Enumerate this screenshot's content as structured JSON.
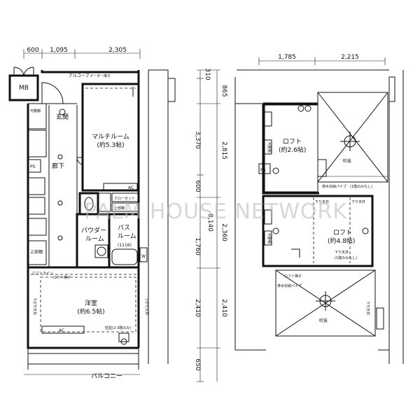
{
  "dimensions": {
    "top_left": [
      "600",
      "1,095",
      "2,305"
    ],
    "top_right": [
      "1,785",
      "2,215"
    ],
    "left_vertical": [
      "310",
      "865",
      "3,370",
      "600",
      "1,760",
      "2,410",
      "650"
    ],
    "total_vertical": "8,140",
    "right_vertical": [
      "2,815",
      "2,360",
      "2,410"
    ]
  },
  "left_plan": {
    "mb": "MB",
    "alcove": "アルコーブ",
    "meter_door": "メーター扉子",
    "entrance": "玄関",
    "shoe_box": "可動棚",
    "ps1": "PS",
    "ps2": "PS",
    "corridor": "廊下",
    "multi_room": "マルチルーム",
    "multi_room_size": "(約5.3帖)",
    "ac1": "AC",
    "ac2": "AC",
    "closet": "クローゼット",
    "shelf_label": "上部棚",
    "powder_room": "パウダー",
    "powder_room2": "ルーム",
    "bath_room": "バス",
    "bath_room2": "ルーム",
    "bath_size": "(1116)",
    "washer": "W",
    "western_room": "洋室",
    "western_size": "(約6.5帖)",
    "loft_ladder": "ロフトライン",
    "loft_ladder2": "ロフト梯子",
    "pillar_note": "柱型(2-3階のみ)",
    "balcony": "バルコニー",
    "lower_ceiling": "下がり天井"
  },
  "right_plan": {
    "loft1": "ロフト",
    "loft1_size": "(約2.6帖)",
    "ps": "PS",
    "void1": "吹抜",
    "loft2": "ロフト",
    "loft2_size": "(約4.8帖)",
    "void2": "吹抜",
    "shelf": "可動棚",
    "lower_ceiling": "下り天井",
    "only_note": "(1階のみなし)",
    "loft_ladder": "ロフト梯子",
    "pipe": "排水収納パイプ"
  },
  "watermark": "PALM HOUSE NETWORK"
}
